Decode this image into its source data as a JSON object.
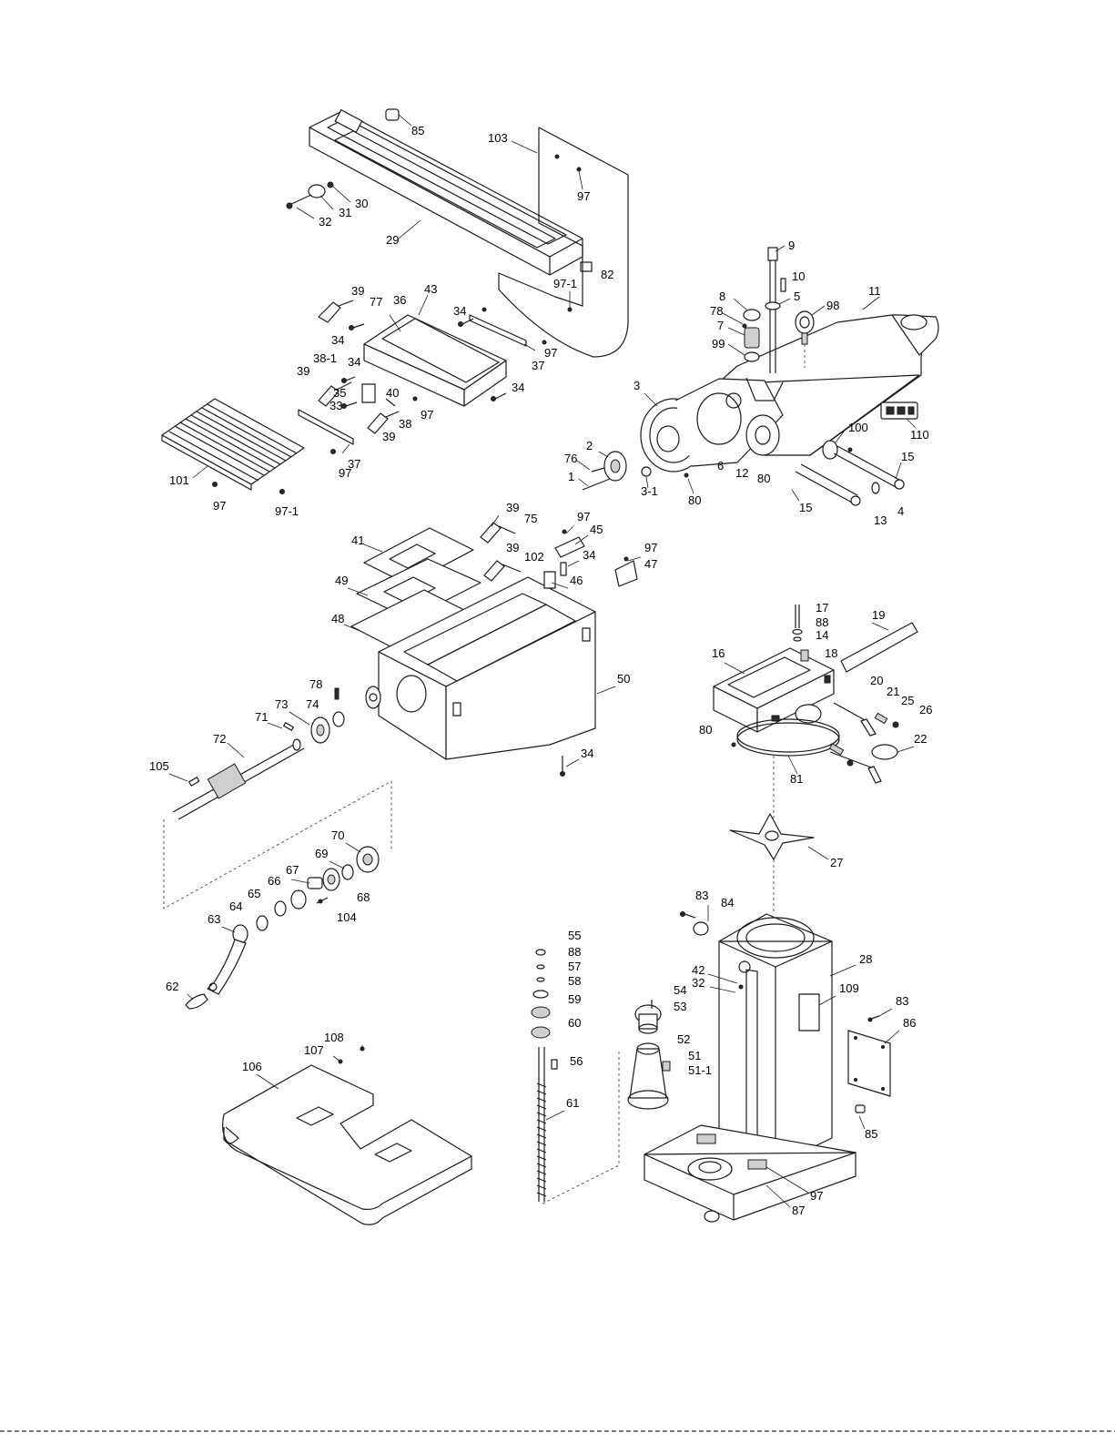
{
  "diagram": {
    "callouts": [
      {
        "id": "c85a",
        "label": "85"
      },
      {
        "id": "c103",
        "label": "103"
      },
      {
        "id": "c97a",
        "label": "97"
      },
      {
        "id": "c30",
        "label": "30"
      },
      {
        "id": "c31",
        "label": "31"
      },
      {
        "id": "c32a",
        "label": "32"
      },
      {
        "id": "c29",
        "label": "29"
      },
      {
        "id": "c82",
        "label": "82"
      },
      {
        "id": "c97-1a",
        "label": "97-1"
      },
      {
        "id": "c39a",
        "label": "39"
      },
      {
        "id": "c77",
        "label": "77"
      },
      {
        "id": "c36",
        "label": "36"
      },
      {
        "id": "c43",
        "label": "43"
      },
      {
        "id": "c34a",
        "label": "34"
      },
      {
        "id": "c34b",
        "label": "34"
      },
      {
        "id": "c97b",
        "label": "97"
      },
      {
        "id": "c37a",
        "label": "37"
      },
      {
        "id": "c38-1",
        "label": "38-1"
      },
      {
        "id": "c34c",
        "label": "34"
      },
      {
        "id": "c39b",
        "label": "39"
      },
      {
        "id": "c35",
        "label": "35"
      },
      {
        "id": "c40",
        "label": "40"
      },
      {
        "id": "c34d",
        "label": "34"
      },
      {
        "id": "c33",
        "label": "33"
      },
      {
        "id": "c97c",
        "label": "97"
      },
      {
        "id": "c38",
        "label": "38"
      },
      {
        "id": "c39c",
        "label": "39"
      },
      {
        "id": "c37b",
        "label": "37"
      },
      {
        "id": "c97d",
        "label": "97"
      },
      {
        "id": "c101",
        "label": "101"
      },
      {
        "id": "c97e",
        "label": "97"
      },
      {
        "id": "c97-1b",
        "label": "97-1"
      },
      {
        "id": "c9",
        "label": "9"
      },
      {
        "id": "c10",
        "label": "10"
      },
      {
        "id": "c8",
        "label": "8"
      },
      {
        "id": "c5",
        "label": "5"
      },
      {
        "id": "c98",
        "label": "98"
      },
      {
        "id": "c11",
        "label": "11"
      },
      {
        "id": "c78a",
        "label": "78"
      },
      {
        "id": "c7",
        "label": "7"
      },
      {
        "id": "c99",
        "label": "99"
      },
      {
        "id": "c3",
        "label": "3"
      },
      {
        "id": "c110",
        "label": "110"
      },
      {
        "id": "c100",
        "label": "100"
      },
      {
        "id": "c2",
        "label": "2"
      },
      {
        "id": "c76",
        "label": "76"
      },
      {
        "id": "c6",
        "label": "6"
      },
      {
        "id": "c12",
        "label": "12"
      },
      {
        "id": "c80a",
        "label": "80"
      },
      {
        "id": "c15a",
        "label": "15"
      },
      {
        "id": "c1",
        "label": "1"
      },
      {
        "id": "c3-1",
        "label": "3-1"
      },
      {
        "id": "c80b",
        "label": "80"
      },
      {
        "id": "c15b",
        "label": "15"
      },
      {
        "id": "c13",
        "label": "13"
      },
      {
        "id": "c4",
        "label": "4"
      },
      {
        "id": "c39d",
        "label": "39"
      },
      {
        "id": "c75",
        "label": "75"
      },
      {
        "id": "c97f",
        "label": "97"
      },
      {
        "id": "c45",
        "label": "45"
      },
      {
        "id": "c41",
        "label": "41"
      },
      {
        "id": "c39e",
        "label": "39"
      },
      {
        "id": "c102",
        "label": "102"
      },
      {
        "id": "c34e",
        "label": "34"
      },
      {
        "id": "c97g",
        "label": "97"
      },
      {
        "id": "c47",
        "label": "47"
      },
      {
        "id": "c49",
        "label": "49"
      },
      {
        "id": "c46",
        "label": "46"
      },
      {
        "id": "c48",
        "label": "48"
      },
      {
        "id": "c17",
        "label": "17"
      },
      {
        "id": "c88a",
        "label": "88"
      },
      {
        "id": "c14",
        "label": "14"
      },
      {
        "id": "c19",
        "label": "19"
      },
      {
        "id": "c16",
        "label": "16"
      },
      {
        "id": "c18",
        "label": "18"
      },
      {
        "id": "c78b",
        "label": "78"
      },
      {
        "id": "c50",
        "label": "50"
      },
      {
        "id": "c73",
        "label": "73"
      },
      {
        "id": "c74",
        "label": "74"
      },
      {
        "id": "c71",
        "label": "71"
      },
      {
        "id": "c20",
        "label": "20"
      },
      {
        "id": "c21",
        "label": "21"
      },
      {
        "id": "c25",
        "label": "25"
      },
      {
        "id": "c26",
        "label": "26"
      },
      {
        "id": "c72",
        "label": "72"
      },
      {
        "id": "c80c",
        "label": "80"
      },
      {
        "id": "c22",
        "label": "22"
      },
      {
        "id": "c34f",
        "label": "34"
      },
      {
        "id": "c81",
        "label": "81"
      },
      {
        "id": "c105",
        "label": "105"
      },
      {
        "id": "c70",
        "label": "70"
      },
      {
        "id": "c27",
        "label": "27"
      },
      {
        "id": "c69",
        "label": "69"
      },
      {
        "id": "c67",
        "label": "67"
      },
      {
        "id": "c66",
        "label": "66"
      },
      {
        "id": "c65",
        "label": "65"
      },
      {
        "id": "c68",
        "label": "68"
      },
      {
        "id": "c64",
        "label": "64"
      },
      {
        "id": "c104",
        "label": "104"
      },
      {
        "id": "c83a",
        "label": "83"
      },
      {
        "id": "c84",
        "label": "84"
      },
      {
        "id": "c63",
        "label": "63"
      },
      {
        "id": "c55",
        "label": "55"
      },
      {
        "id": "c88b",
        "label": "88"
      },
      {
        "id": "c57",
        "label": "57"
      },
      {
        "id": "c28",
        "label": "28"
      },
      {
        "id": "c42",
        "label": "42"
      },
      {
        "id": "c32b",
        "label": "32"
      },
      {
        "id": "c58",
        "label": "58"
      },
      {
        "id": "c54",
        "label": "54"
      },
      {
        "id": "c109",
        "label": "109"
      },
      {
        "id": "c62",
        "label": "62"
      },
      {
        "id": "c59",
        "label": "59"
      },
      {
        "id": "c53",
        "label": "53"
      },
      {
        "id": "c83b",
        "label": "83"
      },
      {
        "id": "c60",
        "label": "60"
      },
      {
        "id": "c86",
        "label": "86"
      },
      {
        "id": "c108",
        "label": "108"
      },
      {
        "id": "c52",
        "label": "52"
      },
      {
        "id": "c107",
        "label": "107"
      },
      {
        "id": "c56",
        "label": "56"
      },
      {
        "id": "c51",
        "label": "51"
      },
      {
        "id": "c51-1",
        "label": "51-1"
      },
      {
        "id": "c106",
        "label": "106"
      },
      {
        "id": "c61",
        "label": "61"
      },
      {
        "id": "c85b",
        "label": "85"
      },
      {
        "id": "c97h",
        "label": "97"
      },
      {
        "id": "c87",
        "label": "87"
      }
    ]
  }
}
